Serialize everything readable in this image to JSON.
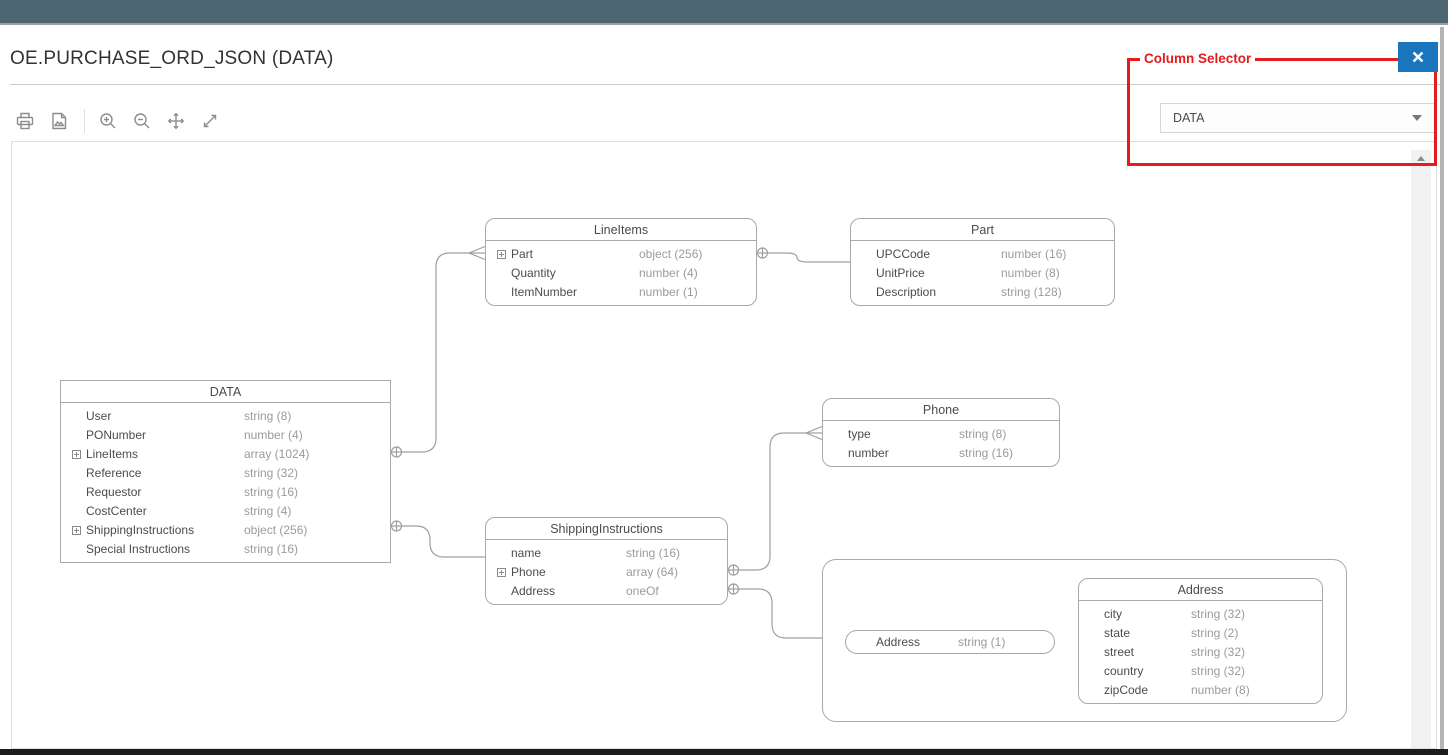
{
  "header": {
    "title": "OE.PURCHASE_ORD_JSON (DATA)"
  },
  "toolbar": {
    "icons": [
      {
        "name": "print"
      },
      {
        "name": "export-image"
      },
      {
        "name": "zoom-in"
      },
      {
        "name": "zoom-out"
      },
      {
        "name": "pan"
      },
      {
        "name": "fit-to-window"
      }
    ]
  },
  "annotation": {
    "label": "Column Selector",
    "color": "#e51b1e"
  },
  "column_selector": {
    "value": "DATA"
  },
  "colors": {
    "header_teal": "#4b6670",
    "close_blue": "#1b75bc",
    "annotation_red": "#e51b1e"
  },
  "diagram": {
    "tables": [
      {
        "id": "data",
        "title": "DATA",
        "fields": [
          {
            "name": "User",
            "type": "string (8)"
          },
          {
            "name": "PONumber",
            "type": "number (4)"
          },
          {
            "name": "LineItems",
            "type": "array (1024)",
            "expand": true
          },
          {
            "name": "Reference",
            "type": "string (32)"
          },
          {
            "name": "Requestor",
            "type": "string (16)"
          },
          {
            "name": "CostCenter",
            "type": "string (4)"
          },
          {
            "name": "ShippingInstructions",
            "type": "object (256)",
            "expand": true
          },
          {
            "name": "Special Instructions",
            "type": "string (16)"
          }
        ]
      },
      {
        "id": "lineitems",
        "title": "LineItems",
        "fields": [
          {
            "name": "Part",
            "type": "object (256)",
            "expand": true
          },
          {
            "name": "Quantity",
            "type": "number (4)"
          },
          {
            "name": "ItemNumber",
            "type": "number (1)"
          }
        ]
      },
      {
        "id": "part",
        "title": "Part",
        "fields": [
          {
            "name": "UPCCode",
            "type": "number (16)"
          },
          {
            "name": "UnitPrice",
            "type": "number (8)"
          },
          {
            "name": "Description",
            "type": "string (128)"
          }
        ]
      },
      {
        "id": "phone",
        "title": "Phone",
        "fields": [
          {
            "name": "type",
            "type": "string (8)"
          },
          {
            "name": "number",
            "type": "string (16)"
          }
        ]
      },
      {
        "id": "shipping",
        "title": "ShippingInstructions",
        "fields": [
          {
            "name": "name",
            "type": "string (16)"
          },
          {
            "name": "Phone",
            "type": "array (64)",
            "expand": true
          },
          {
            "name": "Address",
            "type": "oneOf"
          }
        ]
      },
      {
        "id": "address",
        "title": "Address",
        "fields": [
          {
            "name": "city",
            "type": "string (32)"
          },
          {
            "name": "state",
            "type": "string (2)"
          },
          {
            "name": "street",
            "type": "string (32)"
          },
          {
            "name": "country",
            "type": "string (32)"
          },
          {
            "name": "zipCode",
            "type": "number (8)"
          }
        ]
      }
    ],
    "scalar": {
      "name": "Address",
      "type": "string (1)"
    }
  }
}
